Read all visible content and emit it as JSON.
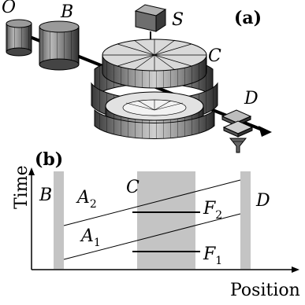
{
  "panel_a": {
    "tag": "(a)",
    "labels": {
      "O": "O",
      "B": "B",
      "S": "S",
      "C": "C",
      "D": "D"
    }
  },
  "panel_b": {
    "tag": "(b)",
    "y_axis_label": "Time",
    "x_axis_label": "Position",
    "labels": {
      "B": "B",
      "C": "C",
      "D": "D",
      "A2_main": "A",
      "A2_sub": "2",
      "A1_main": "A",
      "A1_sub": "1",
      "F2_main": "F",
      "F2_sub": "2",
      "F1_main": "F",
      "F1_sub": "1"
    }
  },
  "colors": {
    "bar_gray": "#c4c4c4",
    "line": "#000000"
  }
}
